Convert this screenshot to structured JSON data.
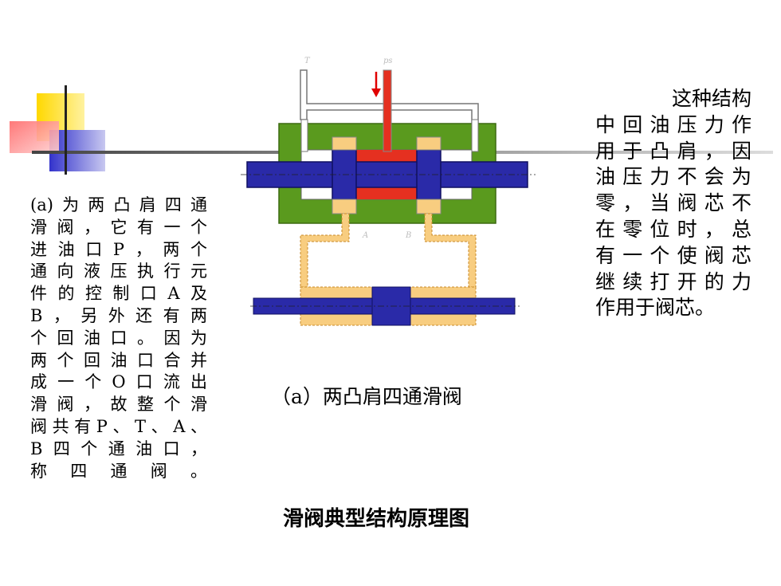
{
  "left_text_lines": [
    "(a)为两凸肩四通",
    "滑阀，它有一个",
    "进油口P，两个",
    "通向液压执行元",
    "件的控制口A及",
    "B，另外还有两",
    "个回油口。因为",
    "两个回油口合并",
    "成一个O口流出",
    "滑阀，故整个滑",
    "阀共有P、T、A、",
    "B四个通油口，",
    "称四通阀。"
  ],
  "right_text_lines": [
    "这种结构",
    "中回油压力作",
    "用于凸肩，因",
    "油压力不会为",
    "零，当阀芯不",
    "在零位时，总",
    "有一个使阀芯",
    "继续打开的力",
    "作用于阀芯。"
  ],
  "diagram": {
    "port_T": "T",
    "port_ps": "ps",
    "port_A": "A",
    "port_B": "B",
    "colors": {
      "housing": "#5a9a1e",
      "spool": "#2a2aa8",
      "supply": "#e53020",
      "return_area": "#f8cd80",
      "arrow": "#e00000"
    }
  },
  "caption": "（a）两凸肩四通滑阀",
  "title": "滑阀典型结构原理图"
}
